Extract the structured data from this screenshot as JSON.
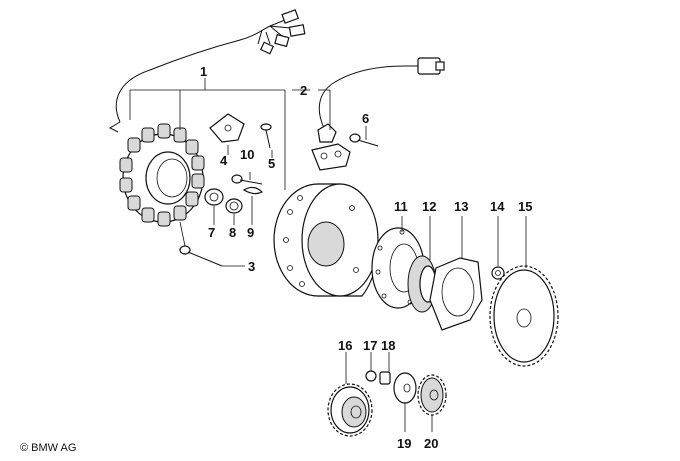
{
  "labels": {
    "p1": "1",
    "p2": "2",
    "p3": "3",
    "p4": "4",
    "p5": "5",
    "p6": "6",
    "p7": "7",
    "p8": "8",
    "p9": "9",
    "p10": "10",
    "p11": "11",
    "p12": "12",
    "p13": "13",
    "p14": "14",
    "p15": "15",
    "p16": "16",
    "p17": "17",
    "p18": "18",
    "p19": "19",
    "p20": "20"
  },
  "copyright": "© BMW AG"
}
